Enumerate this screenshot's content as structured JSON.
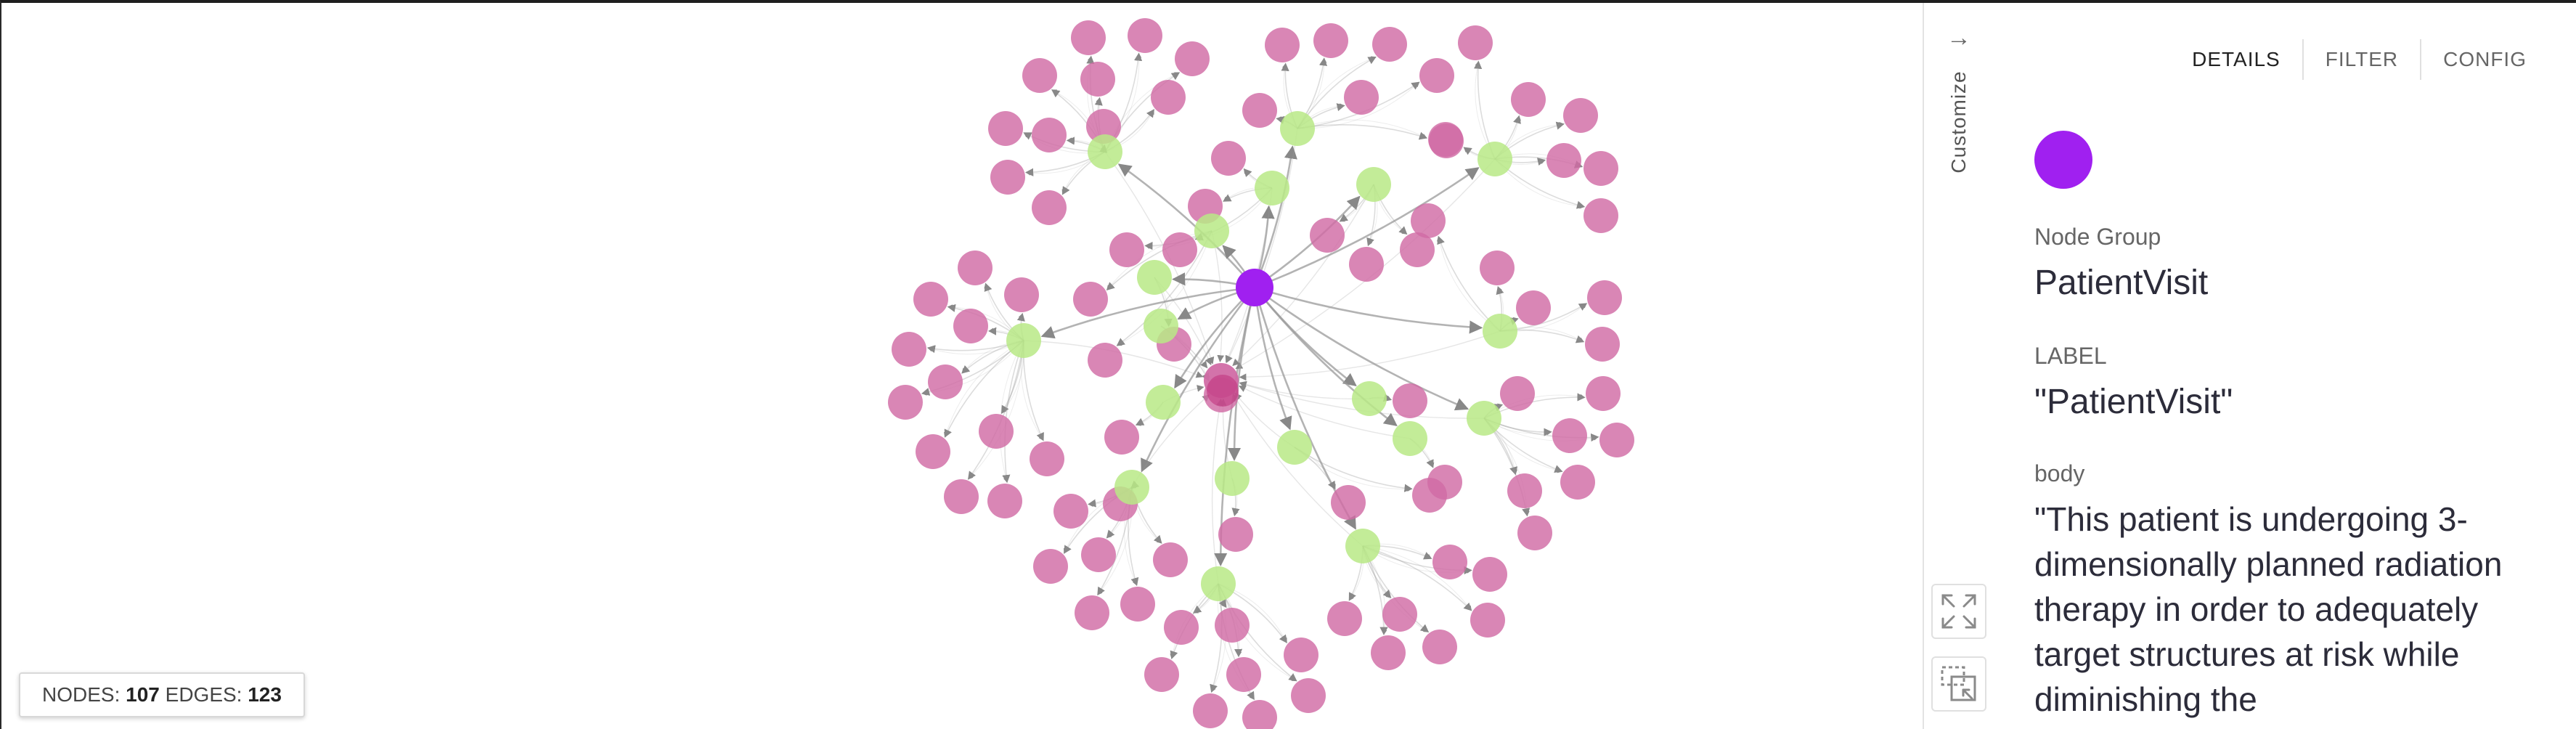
{
  "stats": {
    "nodes_label": "NODES:",
    "nodes_value": "107",
    "edges_label": "EDGES:",
    "edges_value": "123"
  },
  "toolbar": {
    "collapse_icon": "arrow-right-icon",
    "customize_label": "Customize",
    "fit_icon": "expand-icon",
    "select_icon": "box-select-icon"
  },
  "panel": {
    "tabs": [
      {
        "label": "DETAILS",
        "active": true
      },
      {
        "label": "FILTER",
        "active": false
      },
      {
        "label": "CONFIG",
        "active": false
      }
    ],
    "node_color": "#a020f0",
    "fields": [
      {
        "label": "Node Group",
        "value": "PatientVisit"
      },
      {
        "label": "LABEL",
        "value": "\"PatientVisit\""
      },
      {
        "label": "body",
        "value": "\"This patient is undergoing 3-dimensionally planned radiation therapy in order to adequately target structures at risk while diminishing the"
      }
    ]
  },
  "colors": {
    "hub": "#a020f0",
    "cluster": "#b8e986",
    "leaf": "#d16ba5",
    "edge": "#9a9a9a"
  }
}
